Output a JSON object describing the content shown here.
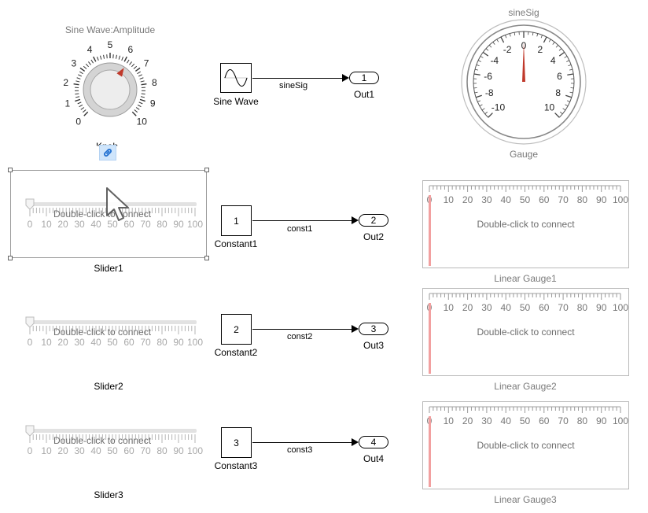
{
  "knob": {
    "title": "Sine Wave:Amplitude",
    "ticks": [
      "0",
      "1",
      "2",
      "3",
      "4",
      "5",
      "6",
      "7",
      "8",
      "9",
      "10"
    ],
    "value": 6.2,
    "label_partial": "Knob"
  },
  "sine_block": {
    "label": "Sine Wave"
  },
  "sine_signal": {
    "label": "sineSig"
  },
  "out1": {
    "number": "1",
    "label": "Out1"
  },
  "gauge": {
    "title": "sineSig",
    "label": "Gauge",
    "ticks": [
      "-10",
      "-8",
      "-6",
      "-4",
      "-2",
      "0",
      "2",
      "4",
      "6",
      "8",
      "10"
    ],
    "value": 0
  },
  "slider1": {
    "label": "Slider1",
    "hint": "Double-click to connect",
    "ticks": [
      "0",
      "10",
      "20",
      "30",
      "40",
      "50",
      "60",
      "70",
      "80",
      "90",
      "100"
    ],
    "value": 0
  },
  "slider2": {
    "label": "Slider2",
    "hint": "Double-click to connect",
    "ticks": [
      "0",
      "10",
      "20",
      "30",
      "40",
      "50",
      "60",
      "70",
      "80",
      "90",
      "100"
    ],
    "value": 0
  },
  "slider3": {
    "label": "Slider3",
    "hint": "Double-click to connect",
    "ticks": [
      "0",
      "10",
      "20",
      "30",
      "40",
      "50",
      "60",
      "70",
      "80",
      "90",
      "100"
    ],
    "value": 0
  },
  "constant1": {
    "value": "1",
    "label": "Constant1",
    "signal": "const1",
    "out_number": "2",
    "out_label": "Out2"
  },
  "constant2": {
    "value": "2",
    "label": "Constant2",
    "signal": "const2",
    "out_number": "3",
    "out_label": "Out3"
  },
  "constant3": {
    "value": "3",
    "label": "Constant3",
    "signal": "const3",
    "out_number": "4",
    "out_label": "Out4"
  },
  "linear_gauge1": {
    "label": "Linear Gauge1",
    "hint": "Double-click to connect",
    "ticks": [
      "0",
      "10",
      "20",
      "30",
      "40",
      "50",
      "60",
      "70",
      "80",
      "90",
      "100"
    ],
    "value": 0
  },
  "linear_gauge2": {
    "label": "Linear Gauge2",
    "hint": "Double-click to connect",
    "ticks": [
      "0",
      "10",
      "20",
      "30",
      "40",
      "50",
      "60",
      "70",
      "80",
      "90",
      "100"
    ],
    "value": 0
  },
  "linear_gauge3": {
    "label": "Linear Gauge3",
    "hint": "Double-click to connect",
    "ticks": [
      "0",
      "10",
      "20",
      "30",
      "40",
      "50",
      "60",
      "70",
      "80",
      "90",
      "100"
    ],
    "value": 0
  },
  "colors": {
    "needle": "#c0392b",
    "gauge_marker": "#f2a0a0",
    "tick_grey": "#9a9a9a",
    "link_badge": "#cfe5fb"
  },
  "icons": {
    "link_badge": "link-icon",
    "cursor": "mouse-pointer-icon",
    "sine": "sine-wave-icon"
  }
}
